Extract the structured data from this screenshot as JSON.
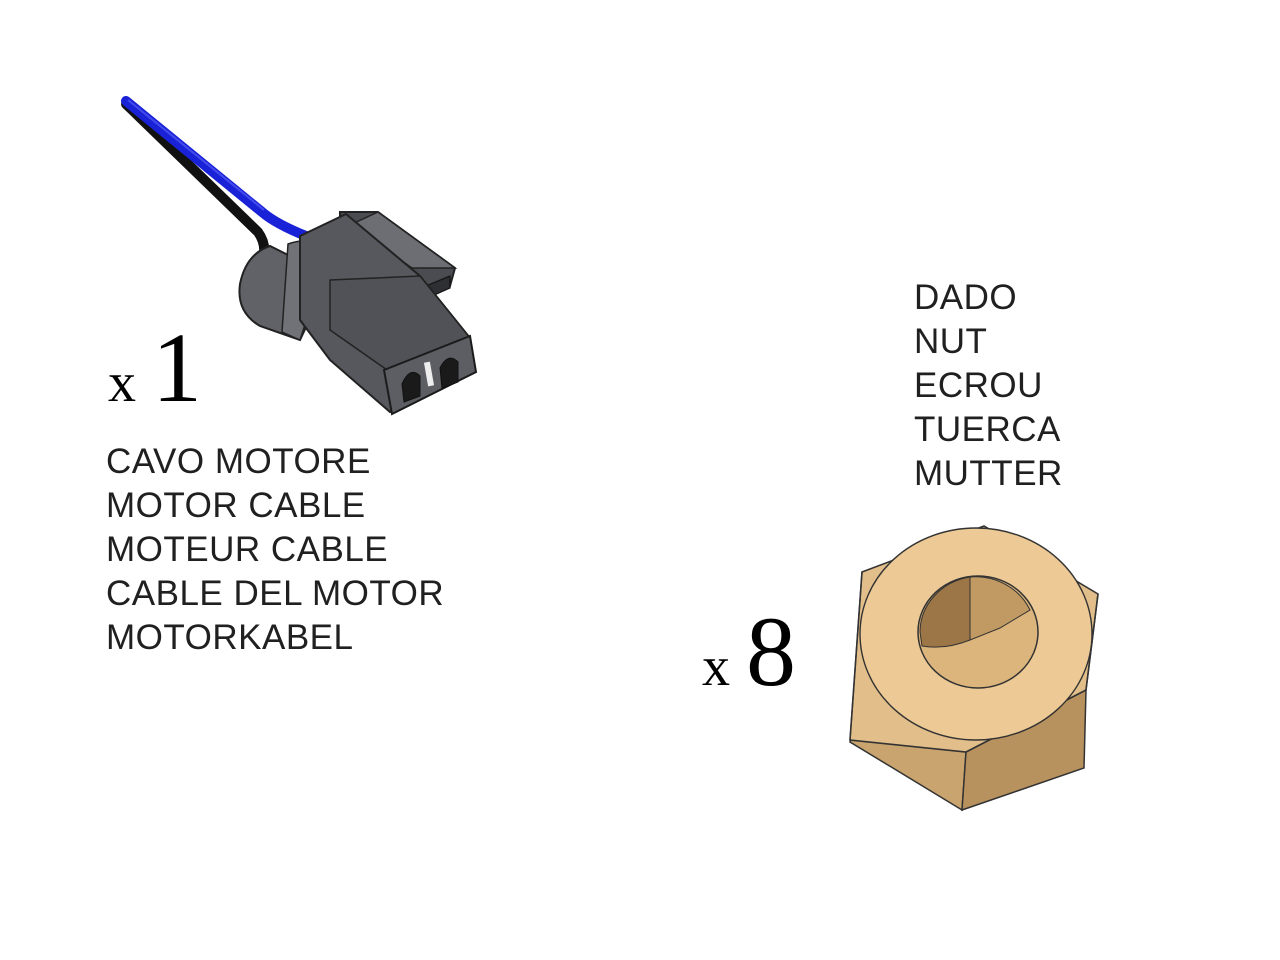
{
  "parts": [
    {
      "id": "motor-cable",
      "icon": "motor-cable-connector-icon",
      "quantity_prefix": "x",
      "quantity": "1",
      "labels": [
        "CAVO MOTORE",
        "MOTOR CABLE",
        "MOTEUR CABLE",
        "CABLE DEL MOTOR",
        "MOTORKABEL"
      ],
      "colors": {
        "wire_blue": "#1a22d8",
        "wire_black": "#111111",
        "connector": "#55575c"
      }
    },
    {
      "id": "nut",
      "icon": "hex-nut-icon",
      "quantity_prefix": "x",
      "quantity": "8",
      "labels": [
        "DADO",
        "NUT",
        "ECROU",
        "TUERCA",
        "MUTTER"
      ],
      "colors": {
        "brass": "#e2bf8a",
        "brass_dark": "#b8925e"
      }
    }
  ]
}
